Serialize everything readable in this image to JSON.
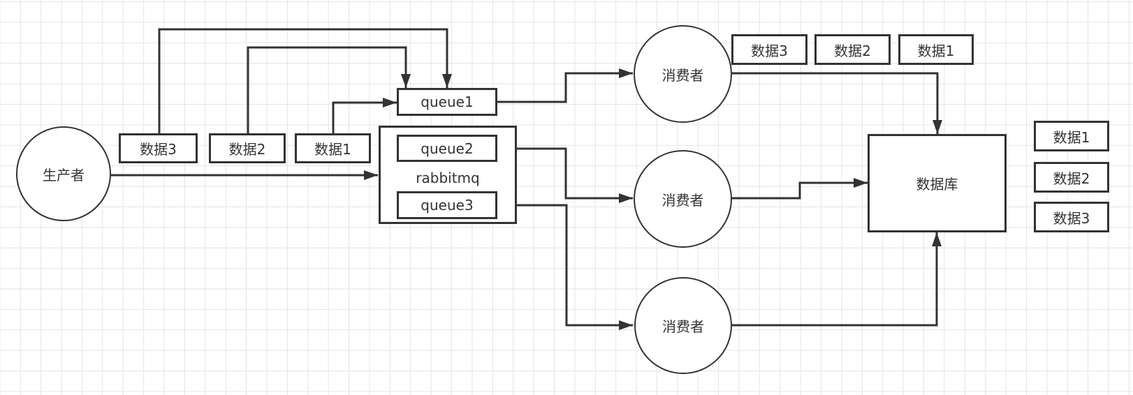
{
  "diagram": {
    "producer": {
      "label": "生产者"
    },
    "producer_messages": [
      {
        "id": "p-msg-3",
        "label": "数据3"
      },
      {
        "id": "p-msg-2",
        "label": "数据2"
      },
      {
        "id": "p-msg-1",
        "label": "数据1"
      }
    ],
    "broker": {
      "label": "rabbitmq",
      "queues": [
        {
          "id": "queue1",
          "label": "queue1"
        },
        {
          "id": "queue2",
          "label": "queue2"
        },
        {
          "id": "queue3",
          "label": "queue3"
        }
      ]
    },
    "consumers": [
      {
        "id": "consumer-1",
        "label": "消费者"
      },
      {
        "id": "consumer-2",
        "label": "消费者"
      },
      {
        "id": "consumer-3",
        "label": "消费者"
      }
    ],
    "consumer_messages": [
      {
        "id": "c-msg-3",
        "label": "数据3"
      },
      {
        "id": "c-msg-2",
        "label": "数据2"
      },
      {
        "id": "c-msg-1",
        "label": "数据1"
      }
    ],
    "database": {
      "label": "数据库"
    },
    "database_records": [
      {
        "id": "db-rec-1",
        "label": "数据1"
      },
      {
        "id": "db-rec-2",
        "label": "数据2"
      },
      {
        "id": "db-rec-3",
        "label": "数据3"
      }
    ],
    "edges": [
      {
        "from": "数据3",
        "to": "queue1"
      },
      {
        "from": "数据2",
        "to": "queue1"
      },
      {
        "from": "数据1",
        "to": "queue1"
      },
      {
        "from": "生产者",
        "to": "rabbitmq"
      },
      {
        "from": "queue1",
        "to": "消费者-1"
      },
      {
        "from": "queue2",
        "to": "消费者-2"
      },
      {
        "from": "queue3",
        "to": "消费者-3"
      },
      {
        "from": "消费者-1",
        "to": "数据库"
      },
      {
        "from": "消费者-2",
        "to": "数据库"
      },
      {
        "from": "消费者-3",
        "to": "数据库"
      }
    ],
    "colors": {
      "stroke": "#333333",
      "grid": "#e4e4e4",
      "background": "#ffffff"
    }
  }
}
